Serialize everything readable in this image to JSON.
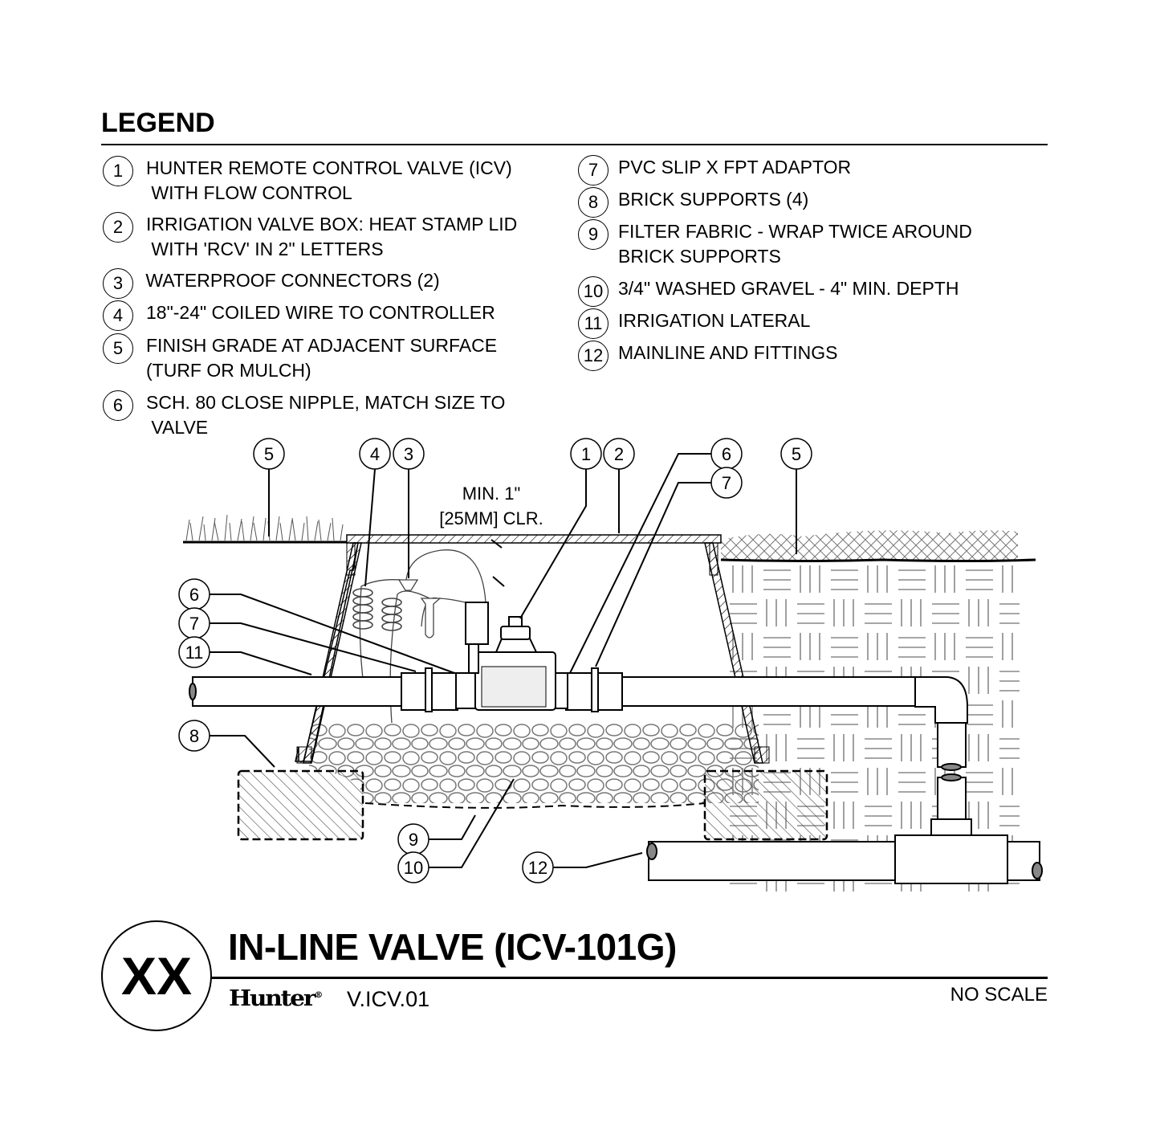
{
  "legend": {
    "title": "LEGEND",
    "left_items": [
      {
        "num": "1",
        "text": "HUNTER REMOTE CONTROL VALVE (ICV)\n WITH FLOW CONTROL"
      },
      {
        "num": "2",
        "text": "IRRIGATION VALVE BOX: HEAT STAMP LID\n WITH 'RCV' IN 2\" LETTERS"
      },
      {
        "num": "3",
        "text": " WATERPROOF CONNECTORS (2)"
      },
      {
        "num": "4",
        "text": "18\"-24\" COILED WIRE TO CONTROLLER"
      },
      {
        "num": "5",
        "text": "FINISH GRADE AT ADJACENT SURFACE\n(TURF OR MULCH)"
      },
      {
        "num": "6",
        "text": "SCH. 80 CLOSE NIPPLE, MATCH SIZE TO\n VALVE"
      }
    ],
    "right_items": [
      {
        "num": "7",
        "text": "PVC SLIP X FPT ADAPTOR"
      },
      {
        "num": "8",
        "text": "BRICK SUPPORTS (4)"
      },
      {
        "num": "9",
        "text": "FILTER FABRIC - WRAP TWICE AROUND\nBRICK SUPPORTS"
      },
      {
        "num": "10",
        "text": "3/4\" WASHED GRAVEL - 4\" MIN. DEPTH"
      },
      {
        "num": "11",
        "text": "IRRIGATION LATERAL"
      },
      {
        "num": "12",
        "text": "MAINLINE AND FITTINGS"
      }
    ]
  },
  "drawing": {
    "clearance_line1": "MIN. 1\"",
    "clearance_line2": "[25MM] CLR.",
    "callouts": {
      "top_5_left": "5",
      "top_4": "4",
      "top_3": "3",
      "top_1": "1",
      "top_2": "2",
      "top_6": "6",
      "top_7": "7",
      "top_5_right": "5",
      "left_6": "6",
      "left_7": "7",
      "left_11": "11",
      "left_8": "8",
      "bottom_9": "9",
      "bottom_10": "10",
      "bottom_12": "12"
    }
  },
  "title_block": {
    "detail_number": "XX",
    "title": "IN-LINE VALVE (ICV-101G)",
    "brand": "Hunter",
    "detail_code": "V.ICV.01",
    "scale": "NO SCALE"
  }
}
